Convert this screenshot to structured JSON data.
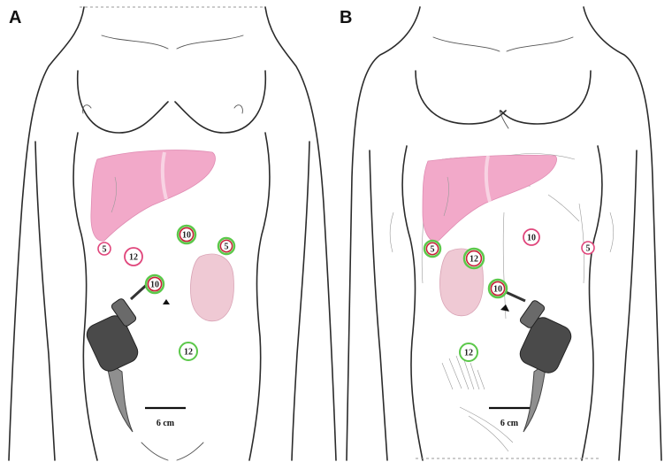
{
  "panels": [
    {
      "label": "A",
      "scale_label": "6 cm",
      "ports": [
        {
          "label": "5",
          "ring": "pink"
        },
        {
          "label": "12",
          "ring": "pink"
        },
        {
          "label": "10",
          "ring": "green-red"
        },
        {
          "label": "5",
          "ring": "green-red"
        },
        {
          "label": "10",
          "ring": "green-red"
        },
        {
          "label": "12",
          "ring": "green"
        }
      ]
    },
    {
      "label": "B",
      "scale_label": "6 cm",
      "ports": [
        {
          "label": "5",
          "ring": "green-red"
        },
        {
          "label": "12",
          "ring": "green-red"
        },
        {
          "label": "10",
          "ring": "pink"
        },
        {
          "label": "5",
          "ring": "pink"
        },
        {
          "label": "10",
          "ring": "green-red"
        },
        {
          "label": "12",
          "ring": "green"
        }
      ]
    }
  ],
  "colors": {
    "ring_pink": "#e0457b",
    "ring_green": "#5bc84a",
    "ring_red": "#c8203a",
    "liver": "#f2a9c9",
    "kidney": "#efc9d4",
    "outline": "#2b2b2b"
  }
}
